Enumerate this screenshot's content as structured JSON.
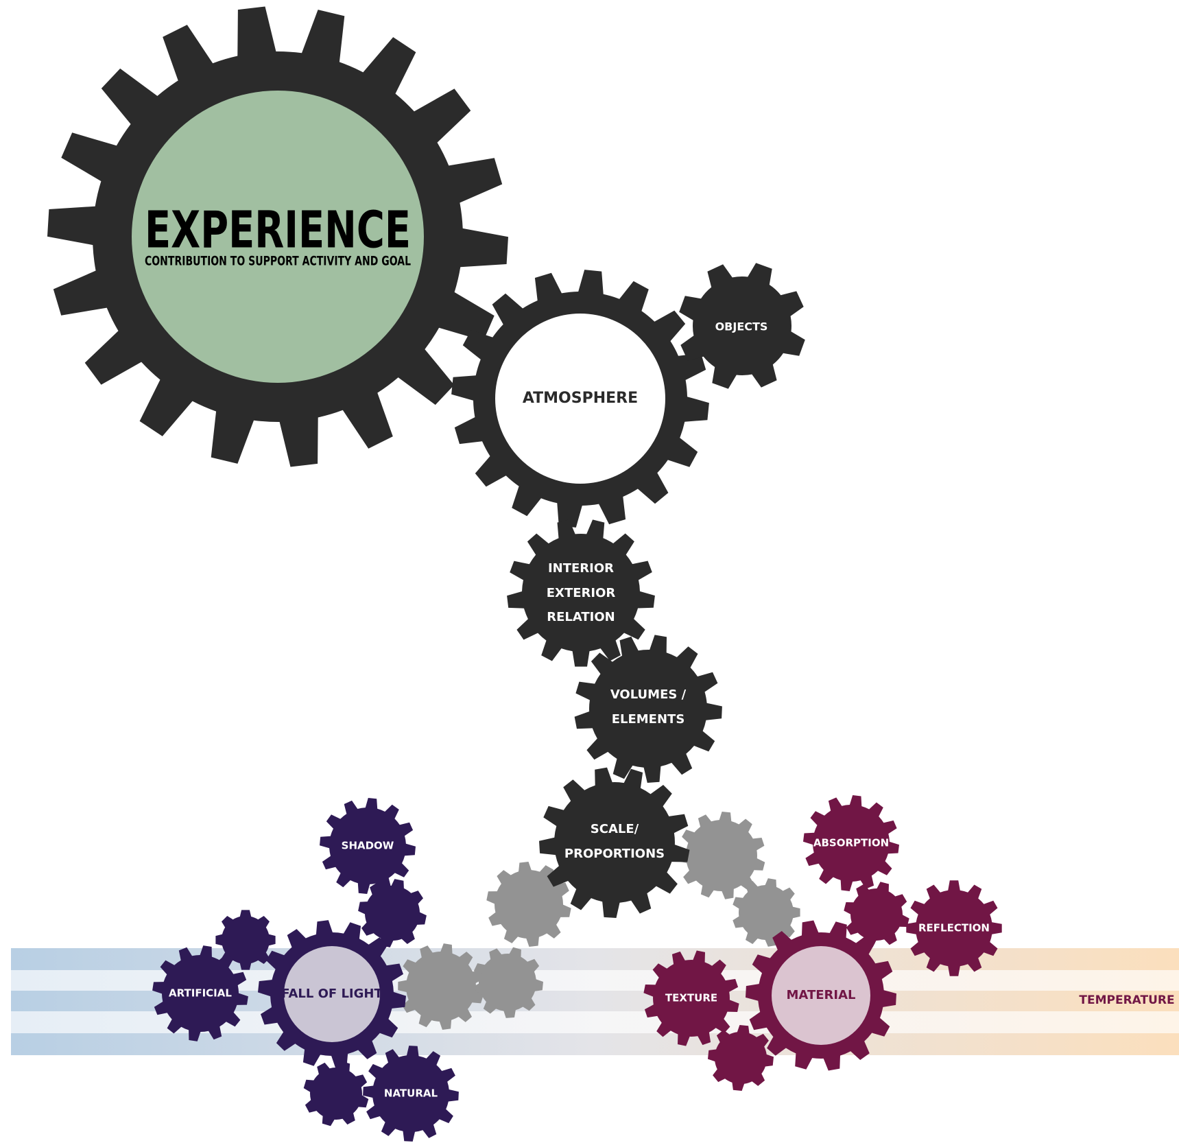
{
  "colors": {
    "dark_gear": "#2b2b2b",
    "gray_gear": "#939393",
    "purple_gear": "#2e1a55",
    "magenta_gear": "#711645",
    "experience_fill": "#a1bfa1",
    "light_hub": "#ffffff",
    "band_left": "#b8cfe4",
    "band_mid": "#e4e4e8",
    "band_right": "#fbdfbd"
  },
  "title": {
    "main": "EXPERIENCE",
    "subtitle": "CONTRIBUTION TO SUPPORT ACTIVITY AND GOAL"
  },
  "gears": {
    "atmosphere": {
      "label": "ATMOSPHERE"
    },
    "objects": {
      "label": "OBJECTS"
    },
    "interior": {
      "lines": [
        "INTERIOR",
        "EXTERIOR",
        "RELATION"
      ]
    },
    "volumes": {
      "lines": [
        "VOLUMES /",
        "ELEMENTS"
      ]
    },
    "scale": {
      "lines": [
        "SCALE/",
        "PROPORTIONS"
      ]
    },
    "shadow": {
      "label": "SHADOW"
    },
    "artificial": {
      "label": "ARTIFICIAL"
    },
    "fall_of_light": {
      "label": "FALL OF LIGHT"
    },
    "natural": {
      "label": "NATURAL"
    },
    "absorption": {
      "label": "ABSORPTION"
    },
    "reflection": {
      "label": "REFLECTION"
    },
    "texture": {
      "label": "TEXTURE"
    },
    "material": {
      "label": "MATERIAL"
    }
  },
  "band_label": "TEMPERATURE"
}
